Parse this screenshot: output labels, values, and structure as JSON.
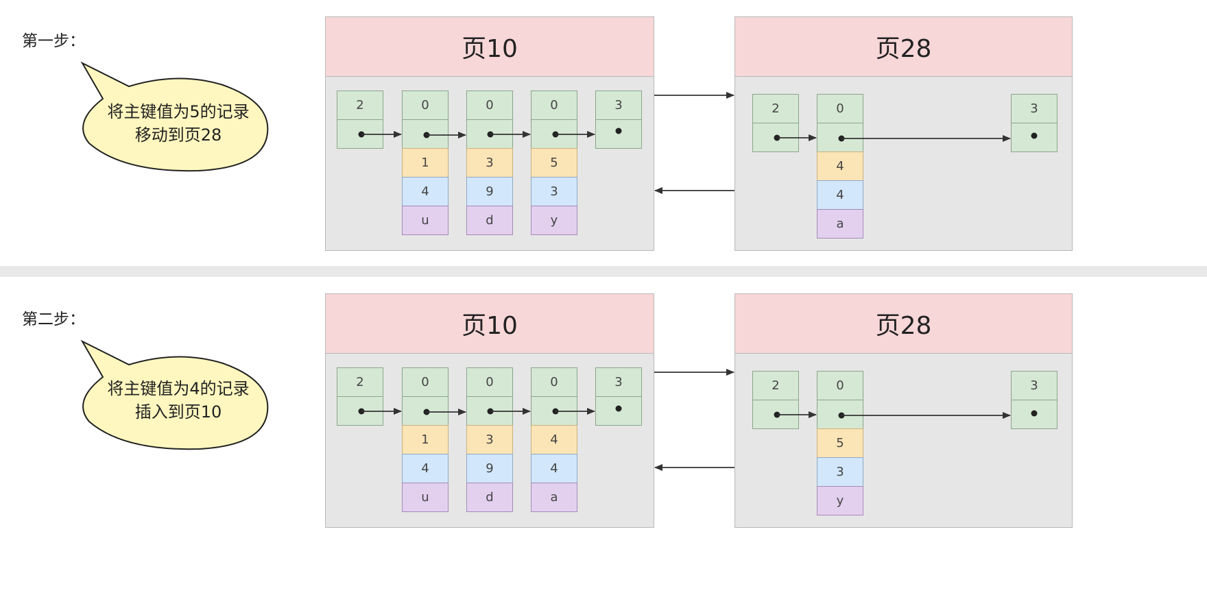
{
  "steps": [
    {
      "title": "第一步：",
      "bubble": {
        "line1": "将主键值为5的记录",
        "line2": "移动到页28"
      },
      "left_page": {
        "title": "页10",
        "records": [
          {
            "header": "2",
            "fields": []
          },
          {
            "header": "0",
            "fields": [
              "1",
              "4",
              "u"
            ]
          },
          {
            "header": "0",
            "fields": [
              "3",
              "9",
              "d"
            ]
          },
          {
            "header": "0",
            "fields": [
              "5",
              "3",
              "y"
            ]
          },
          {
            "header": "3",
            "fields": []
          }
        ]
      },
      "right_page": {
        "title": "页28",
        "records": [
          {
            "header": "2",
            "fields": []
          },
          {
            "header": "0",
            "fields": [
              "4",
              "4",
              "a"
            ]
          },
          {
            "header": "3",
            "fields": []
          }
        ]
      }
    },
    {
      "title": "第二步：",
      "bubble": {
        "line1": "将主键值为4的记录",
        "line2": "插入到页10"
      },
      "left_page": {
        "title": "页10",
        "records": [
          {
            "header": "2",
            "fields": []
          },
          {
            "header": "0",
            "fields": [
              "1",
              "4",
              "u"
            ]
          },
          {
            "header": "0",
            "fields": [
              "3",
              "9",
              "d"
            ]
          },
          {
            "header": "0",
            "fields": [
              "4",
              "4",
              "a"
            ]
          },
          {
            "header": "3",
            "fields": []
          }
        ]
      },
      "right_page": {
        "title": "页28",
        "records": [
          {
            "header": "2",
            "fields": []
          },
          {
            "header": "0",
            "fields": [
              "5",
              "3",
              "y"
            ]
          },
          {
            "header": "3",
            "fields": []
          }
        ]
      }
    }
  ],
  "colors": {
    "page_header": "#f8d7d9",
    "page_body": "#e6e6e6",
    "record_green": "#d5e8d4",
    "field_yellow": "#fbe4b5",
    "field_blue": "#d2e7fb",
    "field_purple": "#e3d0ef",
    "bubble_fill": "#fff7bf"
  }
}
